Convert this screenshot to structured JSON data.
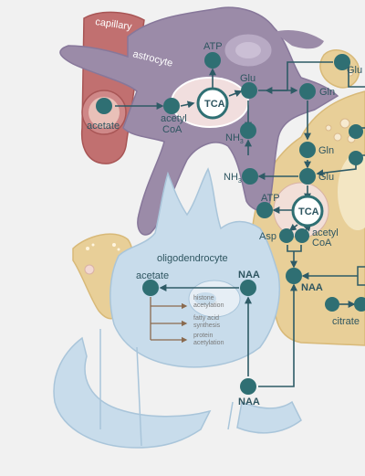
{
  "labels": {
    "capillary": "capillary",
    "astrocyte": "astrocyte",
    "oligodendrocyte": "oligodendrocyte",
    "acetate_astro": "acetate",
    "acetyl_coa_astro_1": "acetyl",
    "acetyl_coa_astro_2": "CoA",
    "tca_astro": "TCA",
    "atp_astro": "ATP",
    "glu_astro": "Glu",
    "gln_astro": "Gln",
    "nh3_astro": "NH",
    "nh3_sub": "3",
    "glu_top_right": "Glu",
    "gln_neuron": "Gln",
    "glu_neuron": "Glu",
    "nh3_neuron": "NH",
    "atp_neuron": "ATP",
    "tca_neuron": "TCA",
    "asp_neuron": "Asp",
    "acetyl_coa_neuron_1": "acetyl",
    "acetyl_coa_neuron_2": "CoA",
    "naa_neuron": "NAA",
    "citrate": "citrate",
    "acetate_oligo": "acetate",
    "naa_oligo": "NAA",
    "naa_bottom": "NAA",
    "histone_1": "histone",
    "histone_2": "acetylation",
    "fatty_1": "fatty acid",
    "fatty_2": "synthesis",
    "protein_1": "protein",
    "protein_2": "acetylation"
  },
  "colors": {
    "background": "#f1f1f1",
    "capillary": "#b85c5c",
    "astrocyte": "#8f7f9e",
    "neuron": "#e6c98f",
    "oligodendrocyte": "#c5dbea",
    "myelin": "#bcd5e6",
    "metabolite": "#2f6f73",
    "arrow": "#2e5b66",
    "brown_arrow": "#8a6a4e"
  }
}
